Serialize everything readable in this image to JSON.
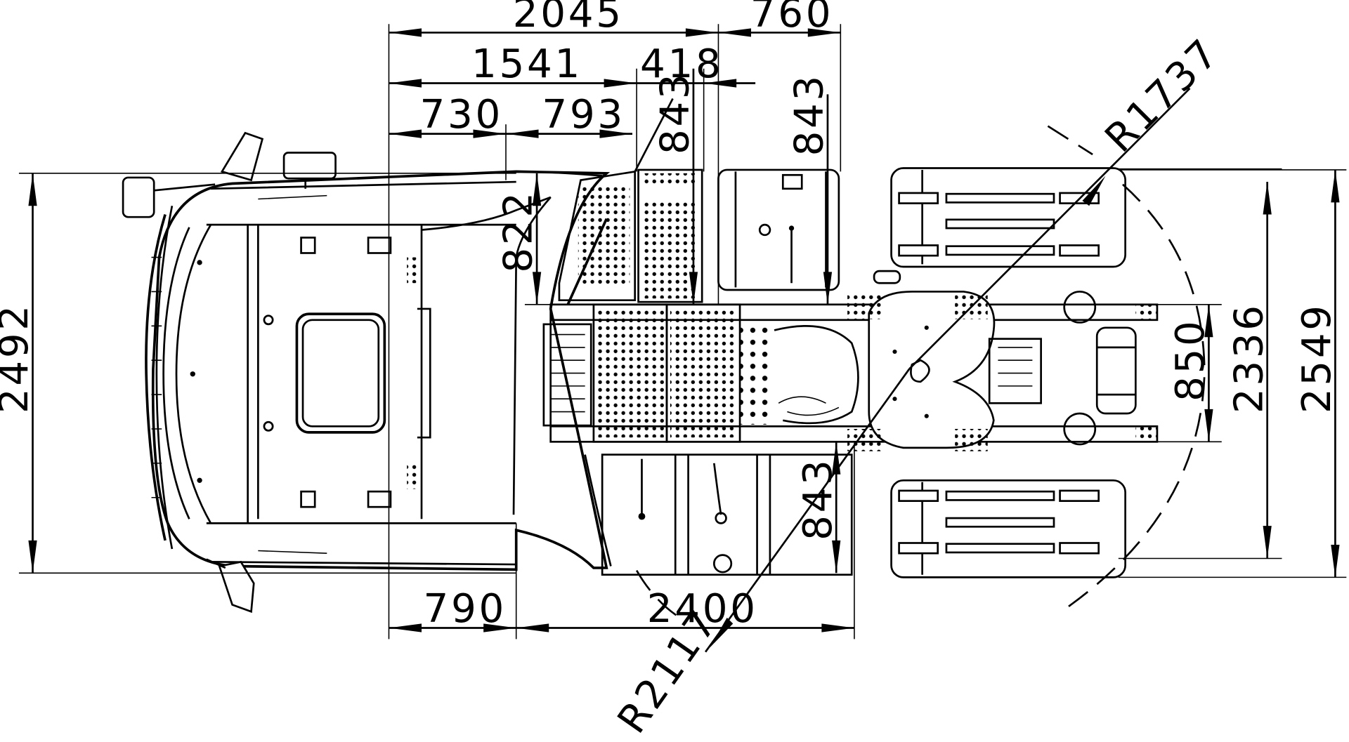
{
  "dimensions": {
    "overall_2045": "2045",
    "overhang_760": "760",
    "d_1541": "1541",
    "d_418": "418",
    "d_730": "730",
    "d_793": "793",
    "v_843_top": "843",
    "v_843_tank": "843",
    "v_822": "822",
    "width_2492": "2492",
    "width_2336": "2336",
    "width_2549": "2549",
    "width_850": "850",
    "v_843_bottom": "843",
    "d_790": "790",
    "d_2400": "2400",
    "radius_front": "R1737",
    "radius_rear": "R2117"
  },
  "colors": {
    "line": "#000000",
    "background": "#ffffff"
  }
}
